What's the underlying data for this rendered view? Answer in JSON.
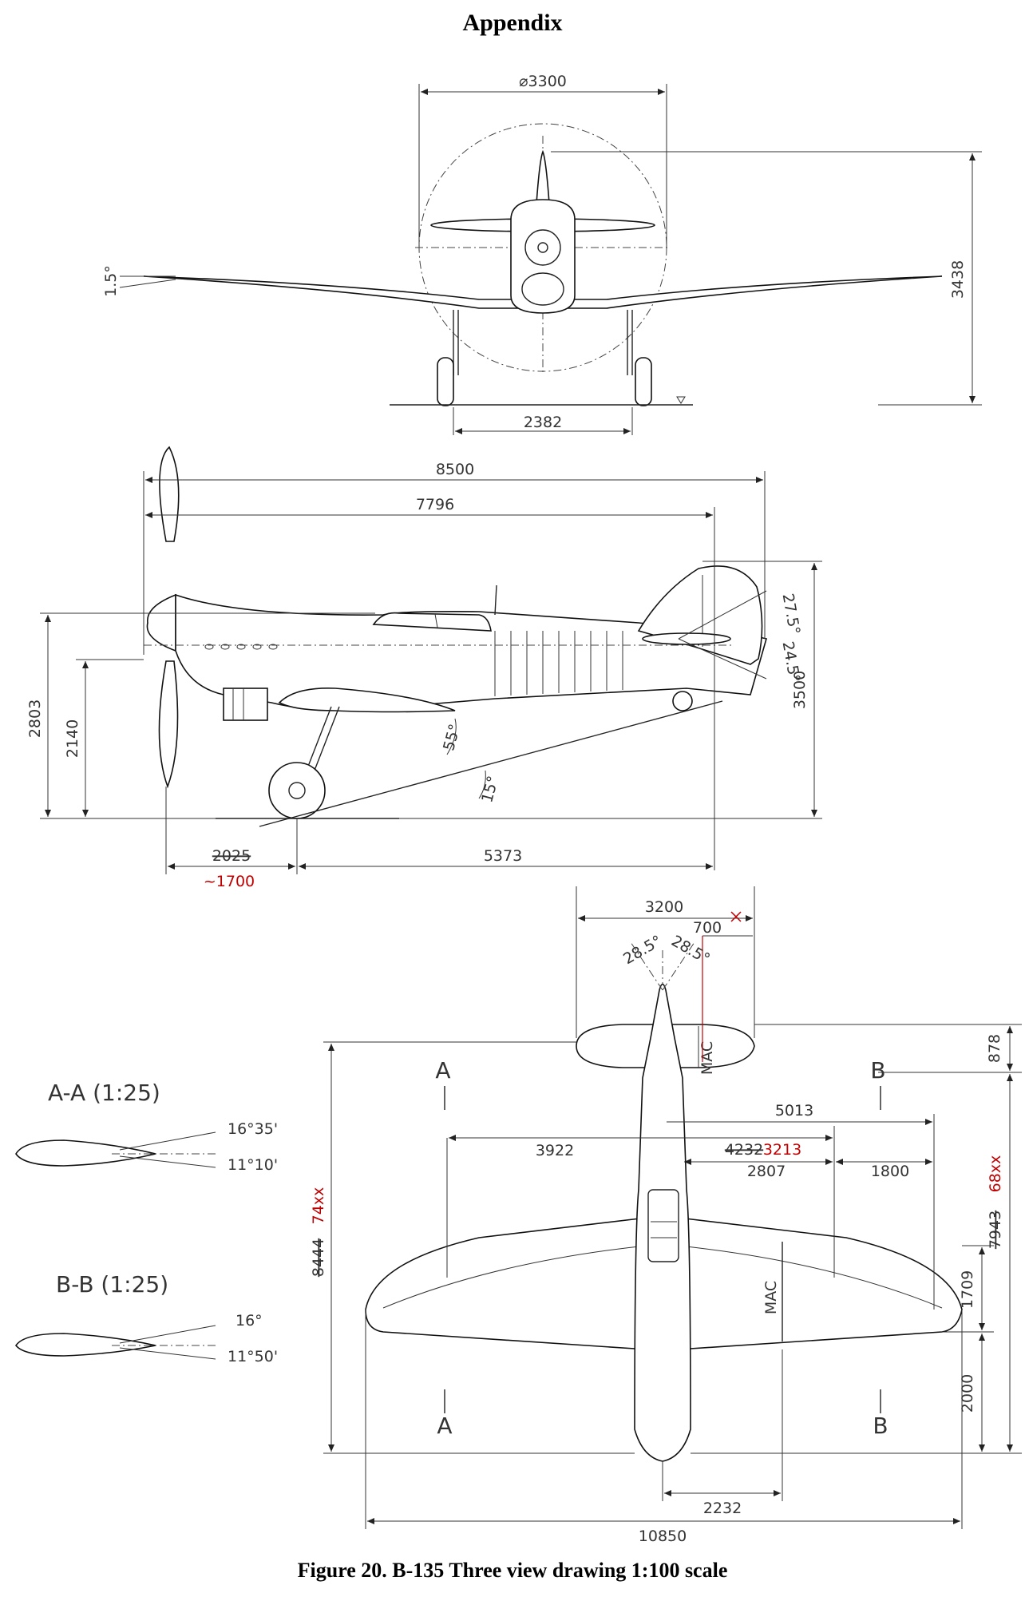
{
  "header": {
    "title": "Appendix"
  },
  "caption": "Figure 20. B-135 Three view drawing 1:100 scale",
  "front_view": {
    "prop_diameter": "⌀3300",
    "height": "3438",
    "track": "2382",
    "dihedral": "1.5°"
  },
  "side_view": {
    "length": "8500",
    "length_tail": "7796",
    "height": "3500",
    "top_height": "2803",
    "axis_height": "2140",
    "nose_gear": "2025",
    "nose_gear_new": "~1700",
    "wheelbase": "5373",
    "angle_55": "55°",
    "angle_15": "15°",
    "angle_275": "27.5°",
    "angle_245": "24.5°"
  },
  "top_view": {
    "htail_span": "3200",
    "offset_700": "700",
    "angle_left": "28.5°",
    "angle_right": "28.5°",
    "section_a": "A",
    "section_b": "B",
    "mac": "MAC",
    "dim_878": "878",
    "dim_5013": "5013",
    "dim_3922": "3922",
    "dim_4232": "4232",
    "dim_3213": "3213",
    "dim_2807": "2807",
    "dim_1800": "1800",
    "dim_8444": "8444",
    "dim_74xx": "74xx",
    "dim_7943": "7943",
    "dim_68xx": "68xx",
    "dim_1709": "1709",
    "dim_2000": "2000",
    "dim_2232": "2232",
    "span": "10850"
  },
  "sections": {
    "aa_title": "A-A (1:25)",
    "aa_angle_top": "16°35'",
    "aa_angle_bottom": "11°10'",
    "bb_title": "B-B (1:25)",
    "bb_angle_top": "16°",
    "bb_angle_bottom": "11°50'"
  }
}
